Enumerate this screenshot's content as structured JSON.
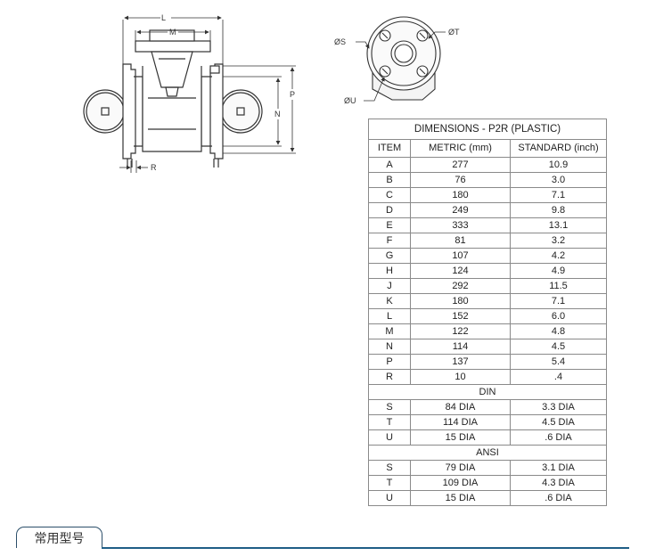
{
  "drawing": {
    "side_labels": {
      "L": "L",
      "M": "M",
      "N": "N",
      "P": "P",
      "R": "R"
    },
    "front_labels": {
      "S": "ØS",
      "T": "ØT",
      "U": "ØU"
    }
  },
  "table": {
    "title": "DIMENSIONS - P2R (PLASTIC)",
    "columns": [
      "ITEM",
      "METRIC (mm)",
      "STANDARD (inch)"
    ],
    "rows": [
      [
        "A",
        "277",
        "10.9"
      ],
      [
        "B",
        "76",
        "3.0"
      ],
      [
        "C",
        "180",
        "7.1"
      ],
      [
        "D",
        "249",
        "9.8"
      ],
      [
        "E",
        "333",
        "13.1"
      ],
      [
        "F",
        "81",
        "3.2"
      ],
      [
        "G",
        "107",
        "4.2"
      ],
      [
        "H",
        "124",
        "4.9"
      ],
      [
        "J",
        "292",
        "11.5"
      ],
      [
        "K",
        "180",
        "7.1"
      ],
      [
        "L",
        "152",
        "6.0"
      ],
      [
        "M",
        "122",
        "4.8"
      ],
      [
        "N",
        "114",
        "4.5"
      ],
      [
        "P",
        "137",
        "5.4"
      ],
      [
        "R",
        "10",
        ".4"
      ]
    ],
    "din": {
      "label": "DIN",
      "rows": [
        [
          "S",
          "84 DIA",
          "3.3 DIA"
        ],
        [
          "T",
          "114 DIA",
          "4.5 DIA"
        ],
        [
          "U",
          "15 DIA",
          ".6 DIA"
        ]
      ]
    },
    "ansi": {
      "label": "ANSI",
      "rows": [
        [
          "S",
          "79 DIA",
          "3.1 DIA"
        ],
        [
          "T",
          "109 DIA",
          "4.3 DIA"
        ],
        [
          "U",
          "15 DIA",
          ".6 DIA"
        ]
      ]
    }
  },
  "footer": {
    "tab_label": "常用型号"
  },
  "colors": {
    "footer_accent": "#1f5e86",
    "line": "#333333"
  }
}
